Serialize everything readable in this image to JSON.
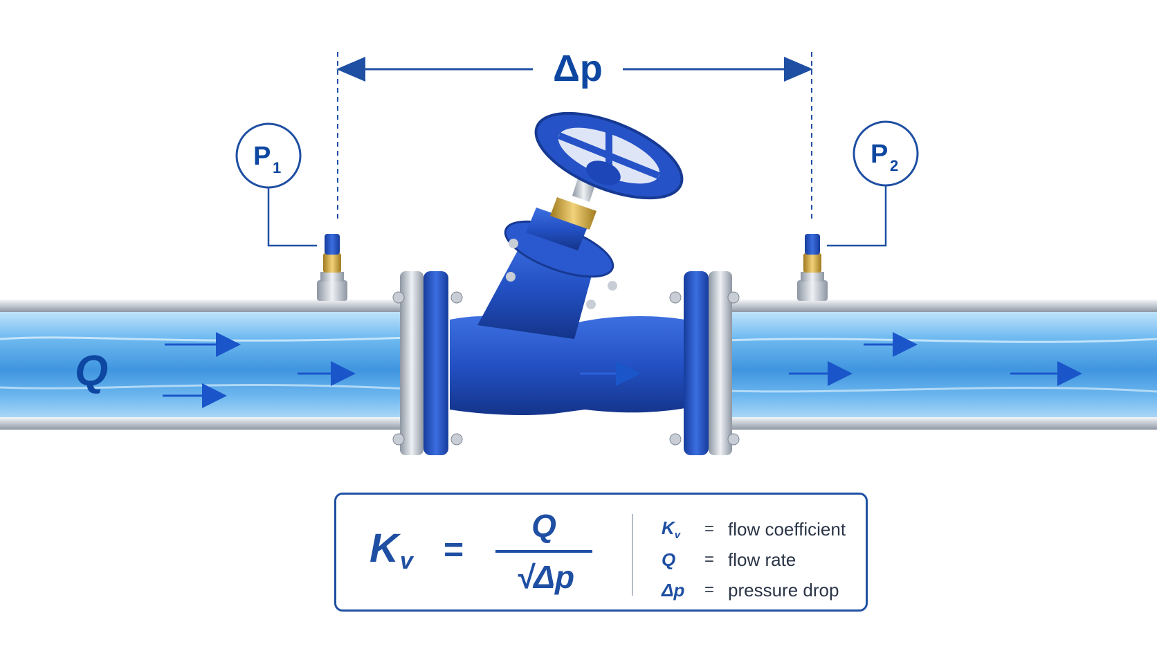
{
  "diagram": {
    "delta_p_label": "Δp",
    "p1": {
      "letter": "P",
      "sub": "1"
    },
    "p2": {
      "letter": "P",
      "sub": "2"
    },
    "flow_label": "Q"
  },
  "formula": {
    "lhs_main": "K",
    "lhs_sub": "v",
    "equals": "=",
    "numerator": "Q",
    "denominator": "√Δp"
  },
  "legend": [
    {
      "symbol": "K",
      "sub": "v",
      "eq": "=",
      "text": "flow coefficient"
    },
    {
      "symbol": "Q",
      "sub": "",
      "eq": "=",
      "text": "flow rate"
    },
    {
      "symbol": "Δp",
      "sub": "",
      "eq": "=",
      "text": "pressure drop"
    }
  ],
  "colors": {
    "accent": "#1f4fa3",
    "valve": "#1f4fbf",
    "water": "#4aa3e8",
    "pipe": "#b8bfc8",
    "brass": "#c9a23a"
  }
}
